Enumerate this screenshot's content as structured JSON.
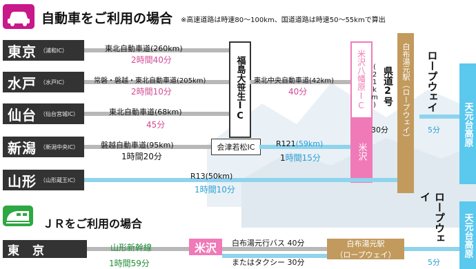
{
  "car_section": {
    "title": "自動車をご利用の場合",
    "note": "※高速道路は時速80〜100km、国道道路は時速50〜55kmで算出"
  },
  "routes": [
    {
      "city": "東京",
      "ic": "（浦和IC）",
      "road": "東北自動車道(260km)",
      "time": "2時間40分"
    },
    {
      "city": "水戸",
      "ic": "（水戸IC）",
      "road": "常磐・磐越・東北自動車道(205km)",
      "time": "2時間10分",
      "road2": "東北中央自動車道(42km)",
      "time2": "40分"
    },
    {
      "city": "仙台",
      "ic": "（仙台宮城IC）",
      "road": "東北自動車道(68km)",
      "time": "45分"
    },
    {
      "city": "新潟",
      "ic": "（新潟中央IC）",
      "road": "磐越自動車道(95km)",
      "time": "1時間20分",
      "road2_name": "R121",
      "road2_dist": "(59km)",
      "time2_a": "1",
      "time2_b": "時間15分"
    },
    {
      "city": "山形",
      "ic": "（山形蔵王IC）",
      "road": "R13(50km)",
      "time": "1時間10分"
    }
  ],
  "junctions": {
    "fukushima": "福島大笹生IC",
    "aizu": "会津若松IC",
    "yonezawa_hachi": "米沢八幡原IC",
    "yonezawa": "米沢",
    "pref_road": "県道2号",
    "pref_road_dist": "(21km)",
    "t30": "30分",
    "shirabu_car": "白布湯元駅（ロープウェイ）",
    "ropeway1": "ロープウェイ",
    "t5a": "5分",
    "tengen1": "天元台高原"
  },
  "jr_section": {
    "title": "ＪＲをご利用の場合",
    "city": "東　京",
    "line": "山形新幹線",
    "line_time": "1時間59分",
    "station": "米沢",
    "bus": "白布湯元行バス 40分",
    "taxi": "またはタクシー 30分",
    "shirabu": "白布湯元駅",
    "shirabu_sub": "（ロープウェイ）",
    "ropeway2": "ロープウェイ",
    "t5b": "5分",
    "tengen2": "天元台高原"
  },
  "colors": {
    "pink": "#f07ab8",
    "tan": "#c29a5d",
    "blue": "#5bc8ee",
    "dark": "#333333",
    "purple": "#c8188a",
    "green": "#2da842"
  }
}
